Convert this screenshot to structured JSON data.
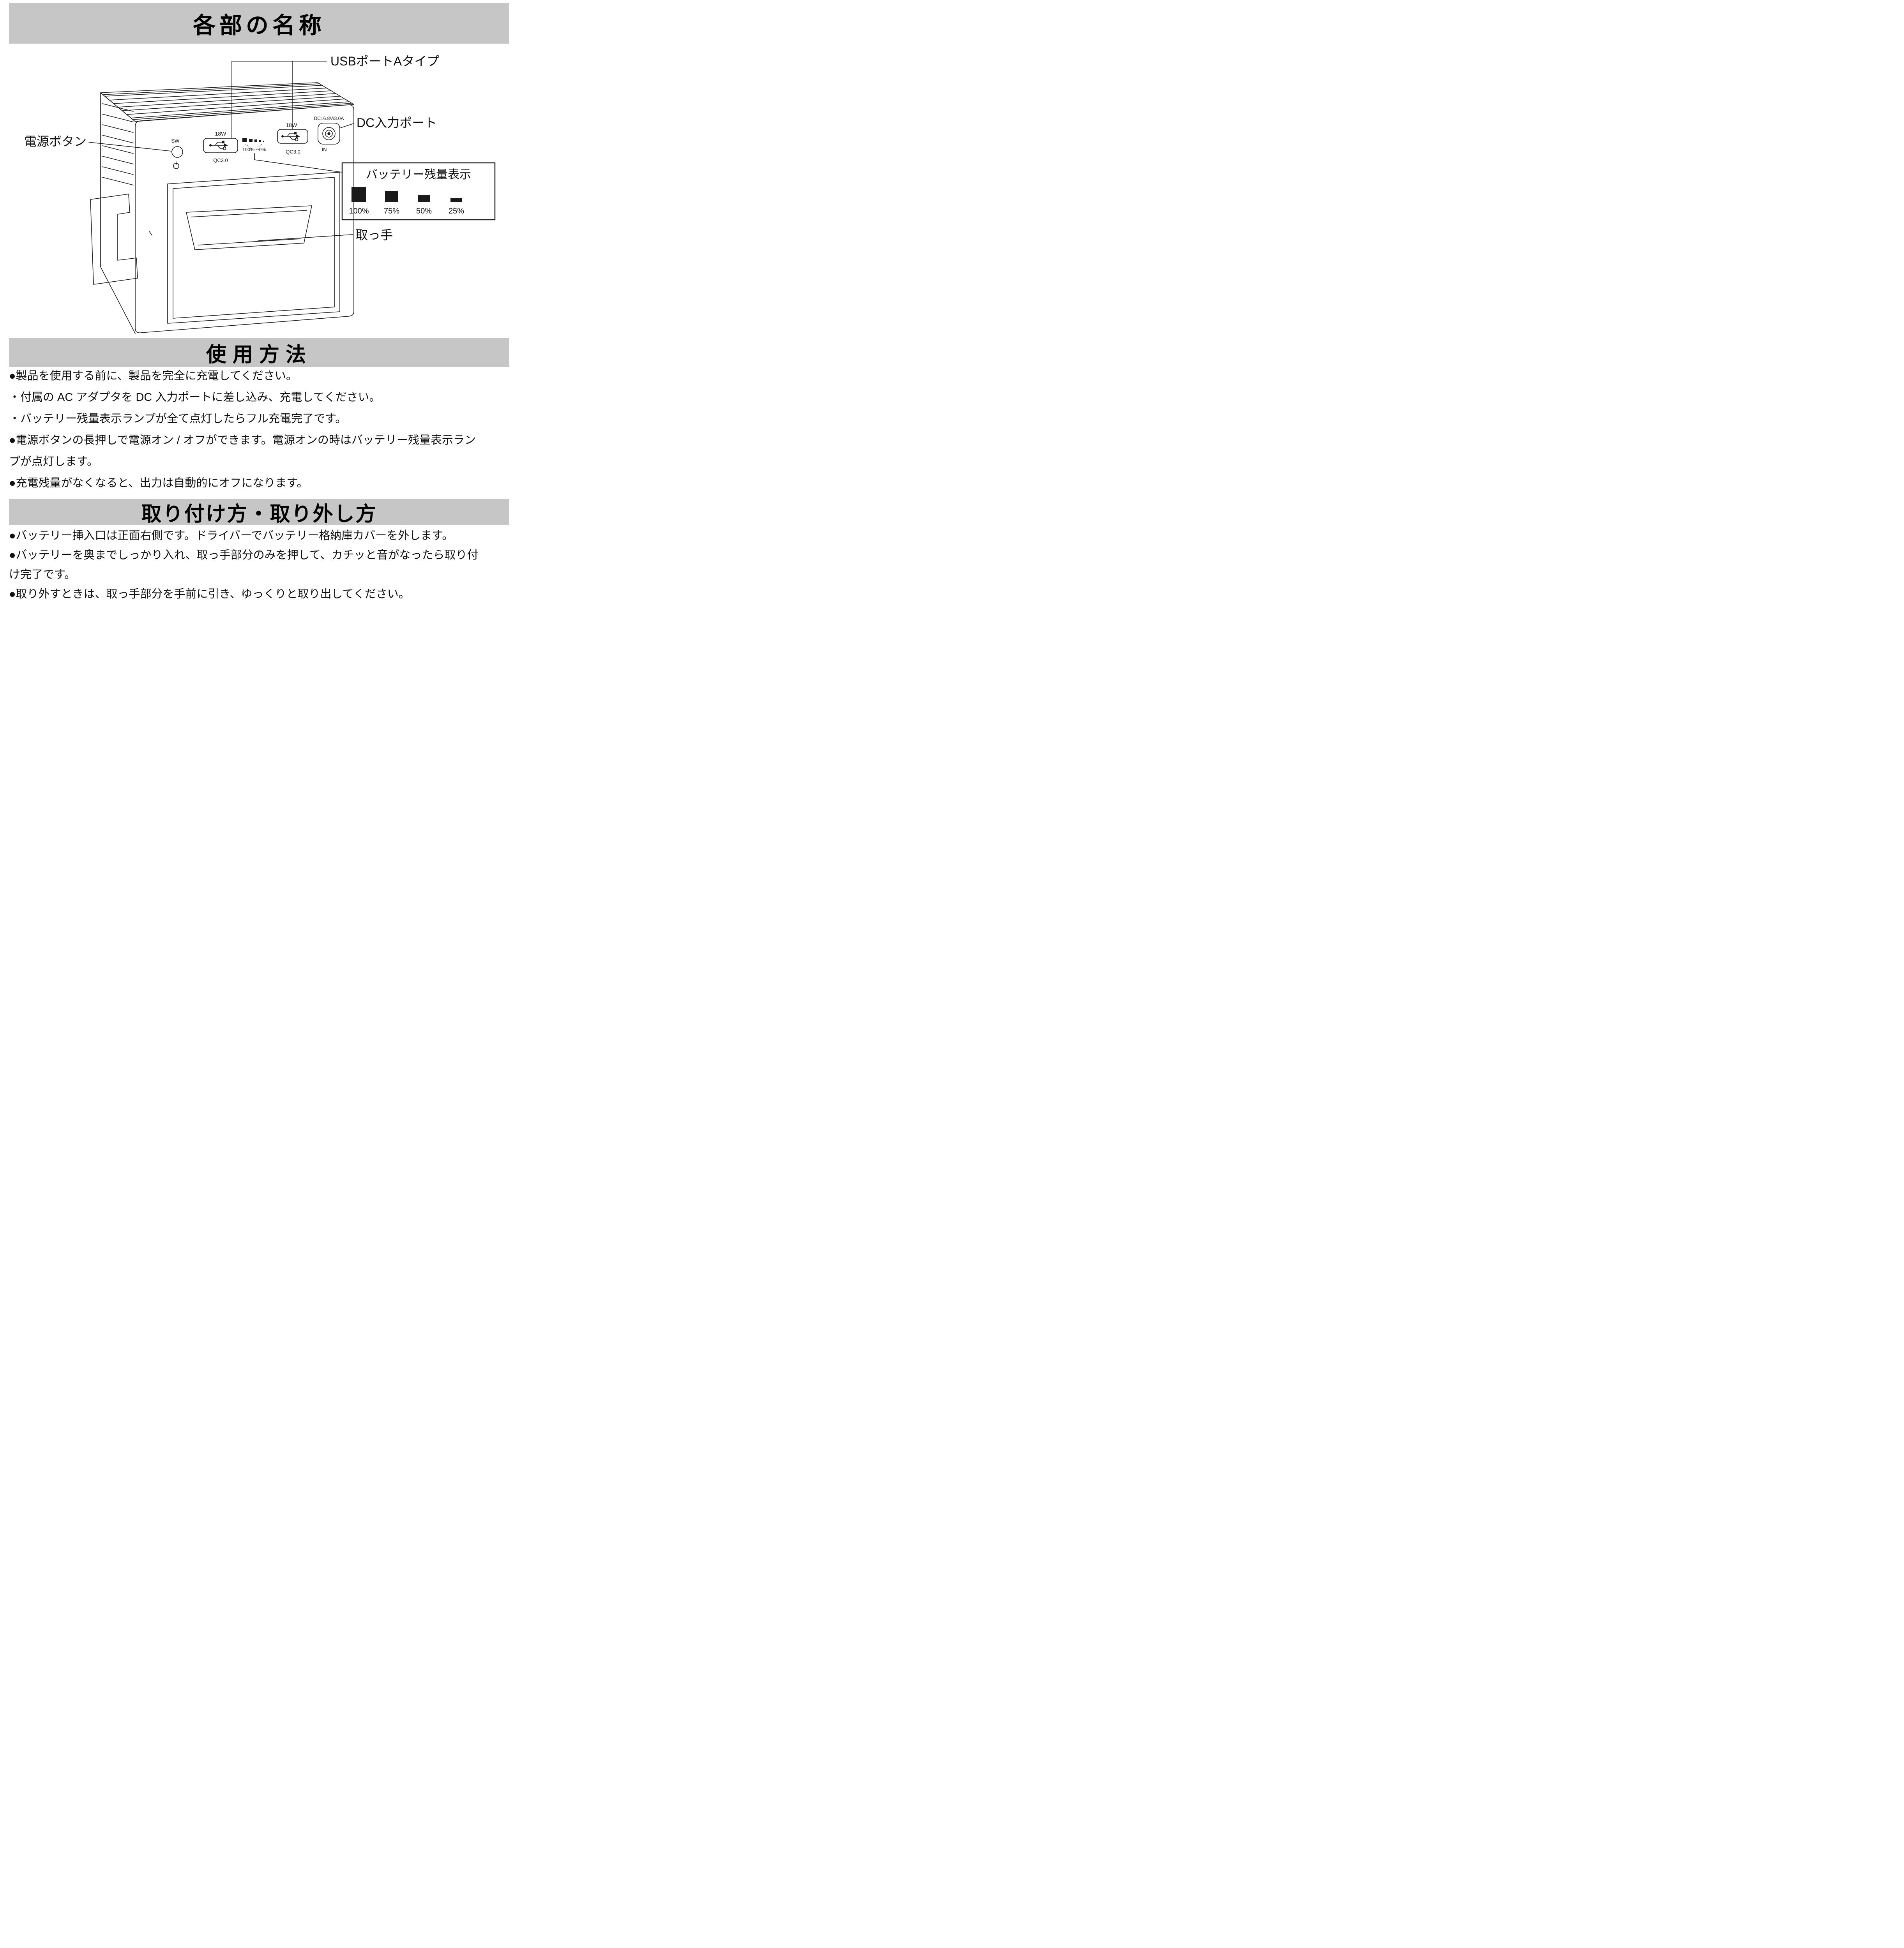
{
  "page": {
    "paper_color": "#ffffff",
    "banner_bg": "#c6c6c6",
    "ink": "#111111"
  },
  "titles": {
    "parts": "各部の名称",
    "usage": "使用方法",
    "install": "取り付け方・取り外し方"
  },
  "usage_lines": [
    "●製品を使用する前に、製品を完全に充電してください。",
    "・付属の AC アダプタを DC 入力ポートに差し込み、充電してください。",
    "・バッテリー残量表示ランプが全て点灯したらフル充電完了です。",
    "●電源ボタンの長押しで電源オン / オフができます。電源オンの時はバッテリー残量表示ラン",
    "プが点灯します。",
    "●充電残量がなくなると、出力は自動的にオフになります。"
  ],
  "install_lines": [
    "●バッテリー挿入口は正面右側です。ドライバーでバッテリー格納庫カバーを外します。",
    "●バッテリーを奥までしっかり入れ、取っ手部分のみを押して、カチッと音がなったら取り付",
    "け完了です。",
    "●取り外すときは、取っ手部分を手前に引き、ゆっくりと取り出してください。"
  ],
  "diagram": {
    "callout_usb": "USBポートAタイプ",
    "callout_power": "電源ボタン",
    "callout_dc": "DC入力ポート",
    "callout_battery": "バッテリー残量表示",
    "callout_handle": "取っ手",
    "label_sw": "SW",
    "label_usb1_w": "18W",
    "label_usb1_qc": "QC3.0",
    "label_led": "100%～0%",
    "label_usb2_w": "18W",
    "label_usb2_qc": "QC3.0",
    "label_dc_spec": "DC16.8V/3.0A",
    "label_dc_in": "IN",
    "legend": {
      "l100": "100%",
      "l75": "75%",
      "l50": "50%",
      "l25": "25%"
    }
  }
}
